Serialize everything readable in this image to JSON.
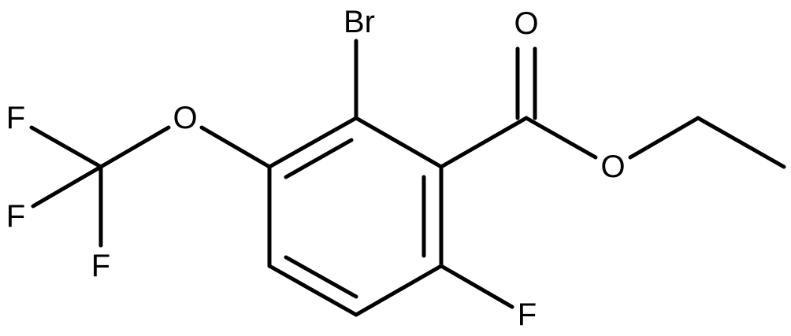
{
  "molecule": {
    "atoms": {
      "br": "Br",
      "o_carbonyl": "O",
      "o_ester": "O",
      "o_ether": "O",
      "f_ring": "F",
      "f1": "F",
      "f2": "F",
      "f3": "F"
    }
  },
  "colors": {
    "bond": "#000000",
    "label": "#000000",
    "background": "#ffffff"
  }
}
